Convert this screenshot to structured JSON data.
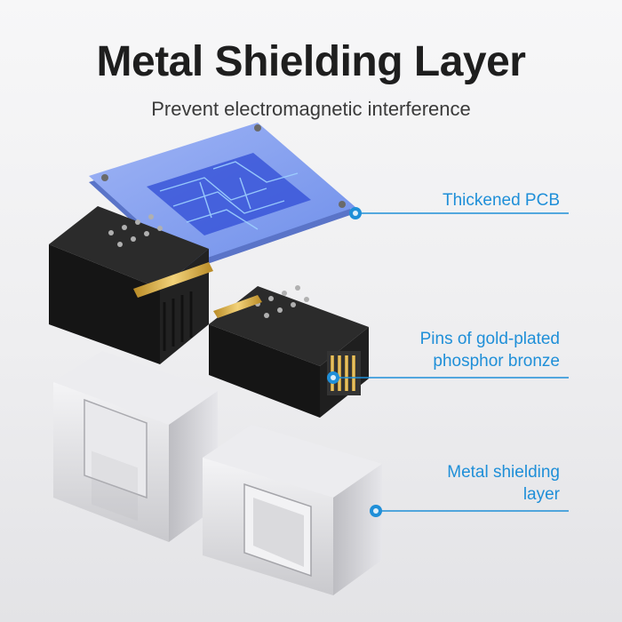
{
  "title": "Metal Shielding Layer",
  "subtitle": "Prevent electromagnetic interference",
  "callouts": [
    {
      "lines": [
        "Thickened PCB"
      ]
    },
    {
      "lines": [
        "Pins of gold-plated",
        "phosphor bronze"
      ]
    },
    {
      "lines": [
        "Metal shielding",
        "layer"
      ]
    }
  ],
  "colors": {
    "accent": "#1f8fd8",
    "pcb": "#7f9df0",
    "connector_body": "#1b1b1b",
    "gold_pins": "#d9b24a",
    "metal_shield": "#d9d9dc"
  }
}
